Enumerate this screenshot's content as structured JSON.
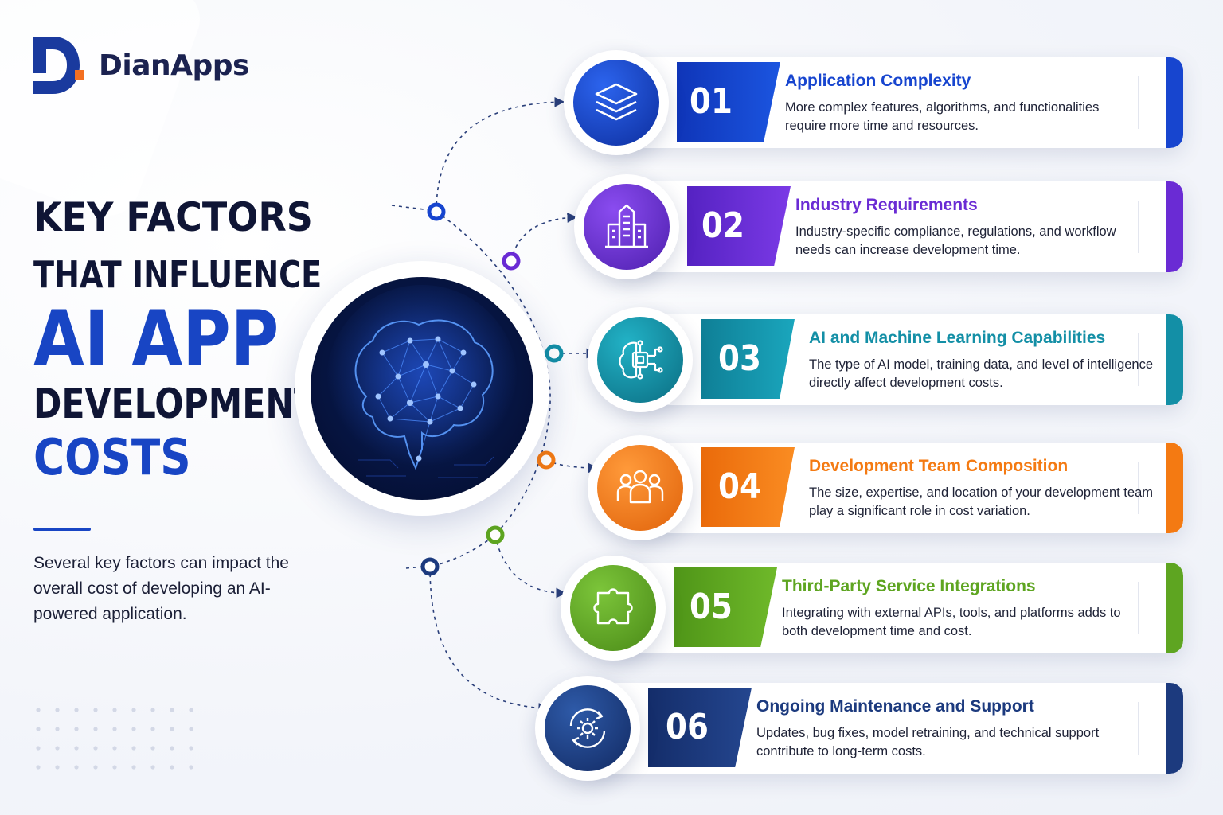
{
  "brand": {
    "name": "DianApps",
    "colors": {
      "navy": "#1a3a9e",
      "accent": "#f36f21"
    }
  },
  "headline": {
    "line1": "KEY FACTORS",
    "line2": "THAT INFLUENCE",
    "line3": "AI APP",
    "line4": "DEVELOPMENT",
    "line5": "COSTS"
  },
  "description": "Several key factors can impact the overall cost of developing an AI-powered application.",
  "center_image": {
    "icon": "brain-network-icon"
  },
  "factors": [
    {
      "number": "01",
      "title": "Application Complexity",
      "text": "More complex features, algorithms, and functionalities require more time and resources.",
      "icon": "layers-icon",
      "color": "#1745cf"
    },
    {
      "number": "02",
      "title": "Industry Requirements",
      "text": "Industry-specific compliance, regulations, and workflow needs can increase development time.",
      "icon": "buildings-icon",
      "color": "#6a2bd4"
    },
    {
      "number": "03",
      "title": "AI and Machine Learning Capabilities",
      "text": "The type of AI model, training data, and level of intelligence directly affect development costs.",
      "icon": "ai-chip-brain-icon",
      "color": "#138fa6"
    },
    {
      "number": "04",
      "title": "Development Team Composition",
      "text": "The size, expertise, and location of your development team play a significant role in cost variation.",
      "icon": "team-icon",
      "color": "#f47a12"
    },
    {
      "number": "05",
      "title": "Third-Party Service Integrations",
      "text": "Integrating with external APIs, tools, and platforms adds to both development time and cost.",
      "icon": "puzzle-icon",
      "color": "#5ea521"
    },
    {
      "number": "06",
      "title": "Ongoing Maintenance and Support",
      "text": "Updates, bug fixes, model retraining, and technical support contribute to long-term costs.",
      "icon": "gear-cycle-icon",
      "color": "#1c3a7e"
    }
  ]
}
